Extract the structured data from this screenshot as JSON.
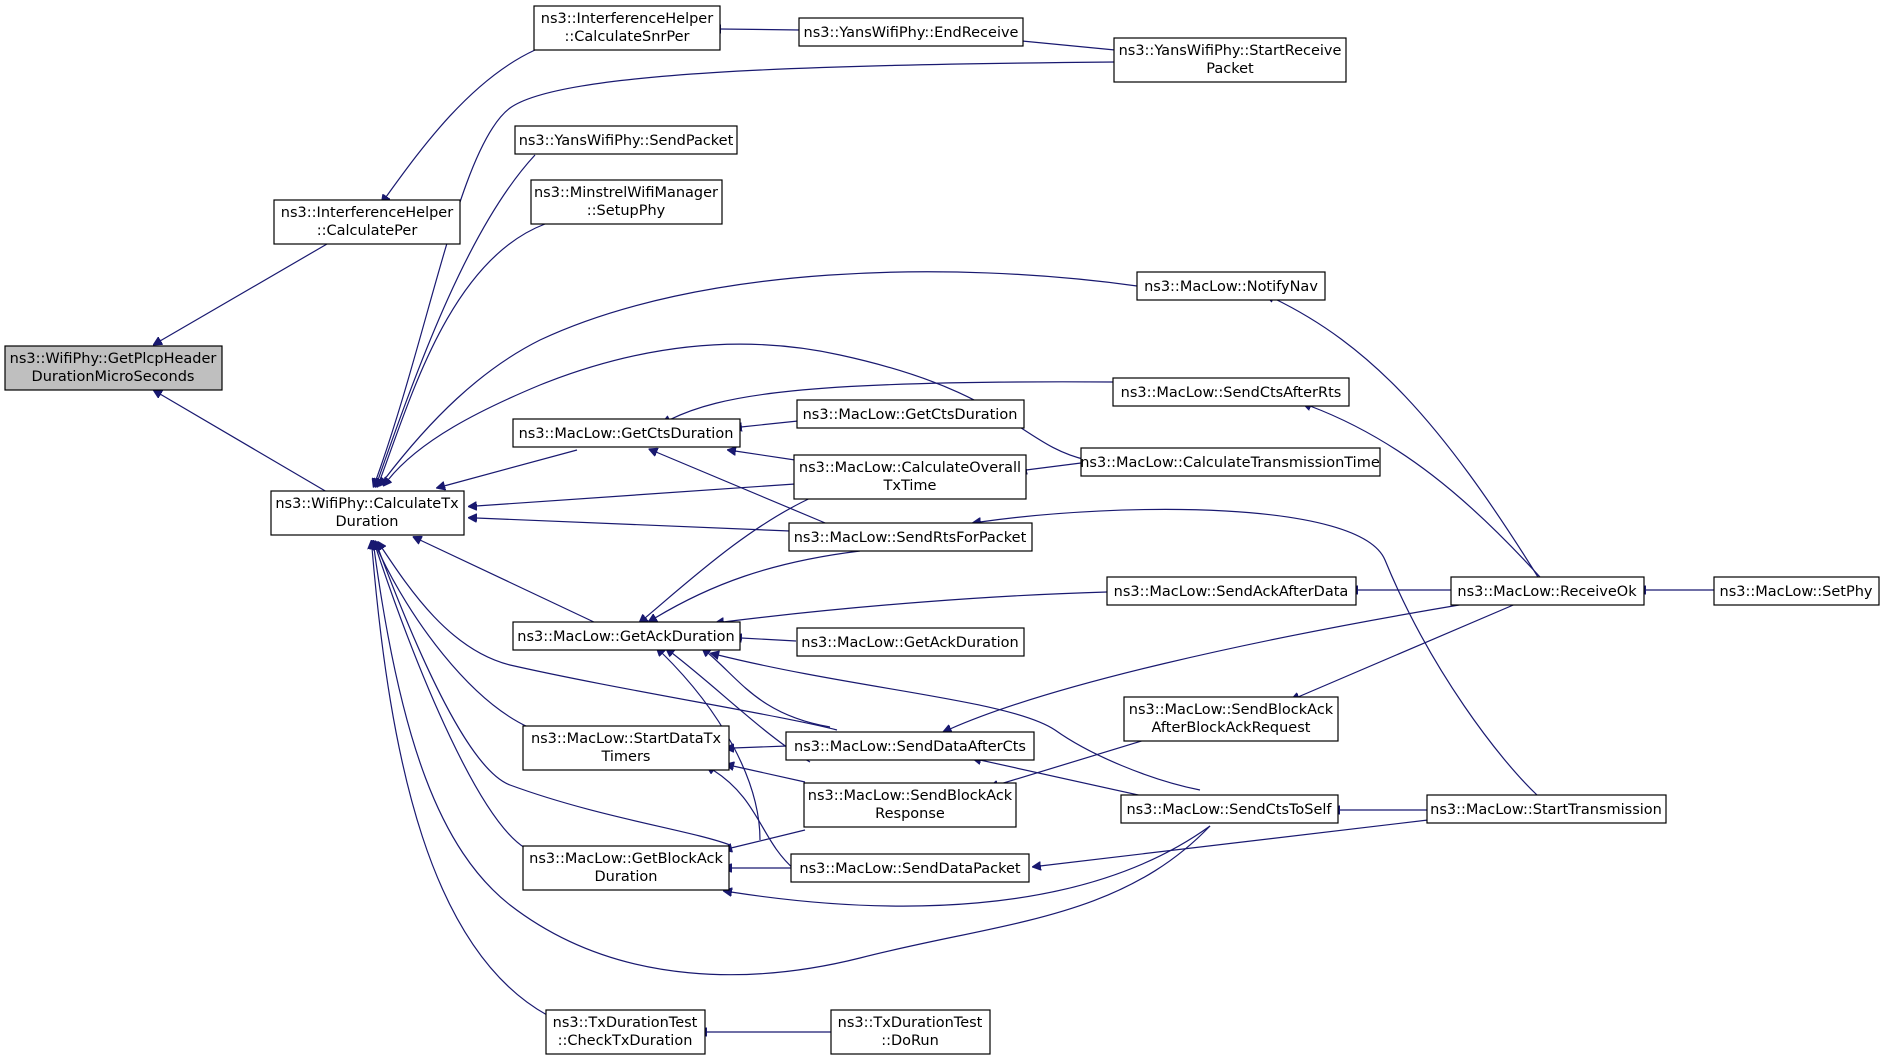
{
  "diagram": {
    "edge_color": "#191970",
    "root_fill": "#bfbfbf",
    "nodes": {
      "root": [
        "ns3::WifiPhy::GetPlcpHeader",
        "DurationMicroSeconds"
      ],
      "calcPer": [
        "ns3::InterferenceHelper",
        "::CalculatePer"
      ],
      "calcSnrPer": [
        "ns3::InterferenceHelper",
        "::CalculateSnrPer"
      ],
      "endReceive": [
        "ns3::YansWifiPhy::EndReceive"
      ],
      "startReceive": [
        "ns3::YansWifiPhy::StartReceive",
        "Packet"
      ],
      "calcTxDur": [
        "ns3::WifiPhy::CalculateTx",
        "Duration"
      ],
      "sendPacket": [
        "ns3::YansWifiPhy::SendPacket"
      ],
      "minstrel": [
        "ns3::MinstrelWifiManager",
        "::SetupPhy"
      ],
      "notifyNav": [
        "ns3::MacLow::NotifyNav"
      ],
      "sendCtsAfterRts": [
        "ns3::MacLow::SendCtsAfterRts"
      ],
      "getCtsDur": [
        "ns3::MacLow::GetCtsDuration"
      ],
      "getCtsDur2": [
        "ns3::MacLow::GetCtsDuration"
      ],
      "calcOverall": [
        "ns3::MacLow::CalculateOverall",
        "TxTime"
      ],
      "calcTransTime": [
        "ns3::MacLow::CalculateTransmissionTime"
      ],
      "sendRts": [
        "ns3::MacLow::SendRtsForPacket"
      ],
      "sendAckAfterData": [
        "ns3::MacLow::SendAckAfterData"
      ],
      "receiveOk": [
        "ns3::MacLow::ReceiveOk"
      ],
      "setPhy": [
        "ns3::MacLow::SetPhy"
      ],
      "getAckDur": [
        "ns3::MacLow::GetAckDuration"
      ],
      "getAckDur2": [
        "ns3::MacLow::GetAckDuration"
      ],
      "startDataTx": [
        "ns3::MacLow::StartDataTx",
        "Timers"
      ],
      "sendDataAfterCts": [
        "ns3::MacLow::SendDataAfterCts"
      ],
      "sendBlockAckAfterReq": [
        "ns3::MacLow::SendBlockAck",
        "AfterBlockAckRequest"
      ],
      "sendBlockAckResp": [
        "ns3::MacLow::SendBlockAck",
        "Response"
      ],
      "sendCtsToSelf": [
        "ns3::MacLow::SendCtsToSelf"
      ],
      "startTransmission": [
        "ns3::MacLow::StartTransmission"
      ],
      "getBlockAckDur": [
        "ns3::MacLow::GetBlockAck",
        "Duration"
      ],
      "sendDataPacket": [
        "ns3::MacLow::SendDataPacket"
      ],
      "checkTxDur": [
        "ns3::TxDurationTest",
        "::CheckTxDuration"
      ],
      "doRun": [
        "ns3::TxDurationTest",
        "::DoRun"
      ]
    }
  }
}
